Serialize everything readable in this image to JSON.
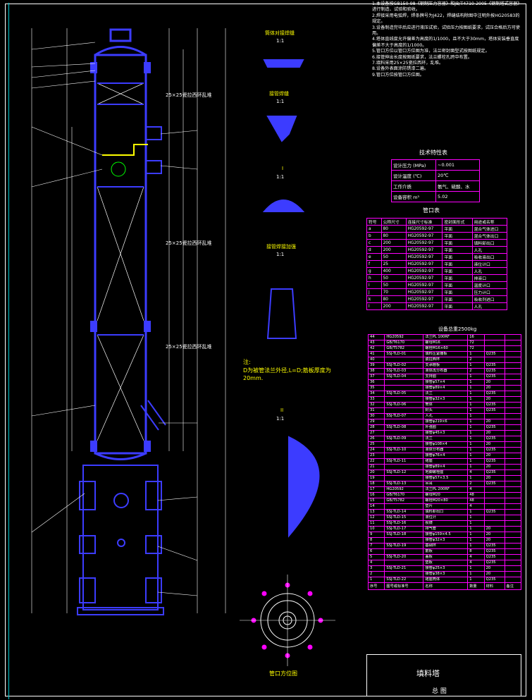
{
  "drawing": {
    "title": "填料塔",
    "subtitle": "总 图",
    "colors": {
      "background": "#000000",
      "vessel": "#3c3cff",
      "annotation": "#ffffff",
      "table_border": "#ff00ff",
      "highlight": "#ffff00",
      "frame": "#00c8d0"
    }
  },
  "notes": [
    "1.本设备按GB150-98《钢制压力容器》和JB/T4710-2005《钢制塔式容器》进行制造、试验和验收。",
    "2.焊接采用电弧焊，焊条牌号为J422，焊缝结构除图中注明外按HG20583的规定。",
    "3.设备制造完毕后应进行液压试验，试验压力按图纸要求，试压合格后方可使用。",
    "4.塔体直线度允许偏差为高度的1/1000，且不大于30mm，塔体安装垂直度偏差不大于高度的1/1000。",
    "5.管口方位以管口方位图为准，法兰密封面型式按图纸规定。",
    "6.接管伸出长度按图纸要求，法兰螺栓孔跨中布置。",
    "7.填料采用25×25瓷拉西环，乱堆。",
    "8.设备外表面涂防锈漆二遍。",
    "9.管口方位按管口方位图。"
  ],
  "tech": {
    "title": "技术特性表",
    "rows": [
      [
        "设计压力 (MPa)",
        "~0.001"
      ],
      [
        "设计温度 (℃)",
        "20℃"
      ],
      [
        "工作介质",
        "氨气、硫酸、水"
      ],
      [
        "设备容积 m³",
        "5.02"
      ]
    ]
  },
  "nozzle": {
    "title": "管口表",
    "headers": [
      "符号",
      "公称尺寸",
      "连接尺寸标准",
      "密封面形式",
      "用途或名称"
    ],
    "rows": [
      [
        "a",
        "80",
        "HG20592-97",
        "平面",
        "混合气体进口"
      ],
      [
        "b",
        "80",
        "HG20592-97",
        "平面",
        "混合气体出口"
      ],
      [
        "c",
        "200",
        "HG20592-97",
        "平面",
        "填料卸出口"
      ],
      [
        "d",
        "200",
        "HG20592-97",
        "平面",
        "人孔"
      ],
      [
        "e",
        "50",
        "HG20592-97",
        "平面",
        "吸收液出口"
      ],
      [
        "f",
        "25",
        "HG20592-97",
        "平面",
        "液位计口"
      ],
      [
        "g",
        "400",
        "HG20592-97",
        "平面",
        "人孔"
      ],
      [
        "h",
        "50",
        "HG20592-97",
        "平面",
        "排液口"
      ],
      [
        "i",
        "50",
        "HG20592-97",
        "平面",
        "温度计口"
      ],
      [
        "j",
        "70",
        "HG20592-97",
        "平面",
        "压力计口"
      ],
      [
        "k",
        "80",
        "HG20592-97",
        "平面",
        "吸收剂进口"
      ],
      [
        "l",
        "200",
        "HG20592-97",
        "平面",
        "人孔"
      ]
    ]
  },
  "parts_caption": "设备总重2500kg",
  "parts": {
    "rows": [
      [
        "44",
        "HG20592",
        "法兰PL 100RF",
        "16",
        "",
        ""
      ],
      [
        "43",
        "GB/T6170",
        "螺母M16",
        "72",
        "",
        ""
      ],
      [
        "42",
        "GB/T5782",
        "螺栓M16×60",
        "72",
        "",
        ""
      ],
      [
        "41",
        "SSJ-TLD-01",
        "填料压紧栅板",
        "1",
        "Q235",
        ""
      ],
      [
        "40",
        "",
        "瓷拉西环",
        "2",
        "",
        ""
      ],
      [
        "39",
        "SSJ-TLD-02",
        "支承栅板",
        "1",
        "Q235",
        ""
      ],
      [
        "38",
        "SSJ-TLD-03",
        "液体再分布器",
        "2",
        "Q235",
        ""
      ],
      [
        "37",
        "SSJ-TLD-04",
        "支持圈",
        "1",
        "Q235",
        ""
      ],
      [
        "36",
        "",
        "接管φ57×4",
        "1",
        "20",
        ""
      ],
      [
        "35",
        "",
        "接管φ89×4",
        "1",
        "20",
        ""
      ],
      [
        "34",
        "SSJ-TLD-05",
        "法兰",
        "1",
        "Q235",
        ""
      ],
      [
        "33",
        "",
        "接管φ32×3",
        "1",
        "20",
        ""
      ],
      [
        "32",
        "SSJ-TLD-06",
        "筒体",
        "1",
        "Q235",
        ""
      ],
      [
        "31",
        "",
        "封头",
        "1",
        "Q235",
        ""
      ],
      [
        "30",
        "SSJ-TLD-07",
        "人孔",
        "1",
        "",
        ""
      ],
      [
        "29",
        "",
        "接管φ219×6",
        "1",
        "20",
        ""
      ],
      [
        "28",
        "SSJ-TLD-08",
        "补强圈",
        "1",
        "Q235",
        ""
      ],
      [
        "27",
        "",
        "接管φ45×3",
        "1",
        "20",
        ""
      ],
      [
        "26",
        "SSJ-TLD-09",
        "法兰",
        "1",
        "Q235",
        ""
      ],
      [
        "25",
        "",
        "接管φ108×4",
        "1",
        "20",
        ""
      ],
      [
        "24",
        "SSJ-TLD-10",
        "液体分布器",
        "1",
        "Q235",
        ""
      ],
      [
        "23",
        "",
        "接管φ76×4",
        "1",
        "20",
        ""
      ],
      [
        "22",
        "SSJ-TLD-11",
        "裙座",
        "1",
        "Q235",
        ""
      ],
      [
        "21",
        "",
        "接管φ89×4",
        "1",
        "20",
        ""
      ],
      [
        "20",
        "SSJ-TLD-12",
        "地脚螺栓座",
        "4",
        "Q235",
        ""
      ],
      [
        "19",
        "",
        "接管φ57×3.5",
        "1",
        "20",
        ""
      ],
      [
        "18",
        "SSJ-TLD-13",
        "吊耳",
        "2",
        "Q235",
        ""
      ],
      [
        "17",
        "HG20592",
        "法兰PL 200RF",
        "4",
        "",
        ""
      ],
      [
        "16",
        "GB/T6170",
        "螺母M20",
        "48",
        "",
        ""
      ],
      [
        "15",
        "GB/T5782",
        "螺栓M20×80",
        "48",
        "",
        ""
      ],
      [
        "14",
        "",
        "垫片",
        "4",
        "",
        ""
      ],
      [
        "13",
        "SSJ-TLD-14",
        "填料卸出口",
        "1",
        "Q235",
        ""
      ],
      [
        "12",
        "SSJ-TLD-15",
        "液位计",
        "1",
        "",
        ""
      ],
      [
        "11",
        "SSJ-TLD-16",
        "视镜",
        "1",
        "",
        ""
      ],
      [
        "10",
        "SSJ-TLD-17",
        "排气管",
        "1",
        "20",
        ""
      ],
      [
        "9",
        "SSJ-TLD-18",
        "接管φ159×4.5",
        "1",
        "20",
        ""
      ],
      [
        "8",
        "",
        "接管φ32×3",
        "1",
        "20",
        ""
      ],
      [
        "7",
        "SSJ-TLD-19",
        "基础环",
        "1",
        "Q235",
        ""
      ],
      [
        "6",
        "",
        "筋板",
        "8",
        "Q235",
        ""
      ],
      [
        "5",
        "SSJ-TLD-20",
        "盖板",
        "4",
        "Q235",
        ""
      ],
      [
        "4",
        "",
        "垫板",
        "4",
        "Q235",
        ""
      ],
      [
        "3",
        "SSJ-TLD-21",
        "接管φ25×3",
        "1",
        "20",
        ""
      ],
      [
        "2",
        "",
        "接管φ38×3",
        "1",
        "20",
        ""
      ],
      [
        "1",
        "SSJ-TLD-22",
        "裙座筒体",
        "1",
        "Q235",
        ""
      ]
    ],
    "headers": [
      "序号",
      "图号或标准号",
      "名称",
      "数量",
      "材料",
      "备注"
    ]
  },
  "details": {
    "d1_title": "筒体对接焊缝",
    "d1_scale": "1:1",
    "d2_title": "接管焊缝",
    "d2_scale": "1:1",
    "d3_title": "I",
    "d3_scale": "1:1",
    "d4_title": "接管焊接加强",
    "d4_scale": "1:1",
    "d5_title": "II",
    "d5_scale": "1:1",
    "note": "注:",
    "note_text": "D为被管法兰外径,L=D;筋板厚度为20mm.",
    "plan_title": "管口方位图"
  },
  "labels": {
    "packing1": "25×25瓷拉西环乱堆",
    "packing2": "25×25瓷拉西环乱堆",
    "packing3": "25×25瓷拉西环乱堆"
  }
}
